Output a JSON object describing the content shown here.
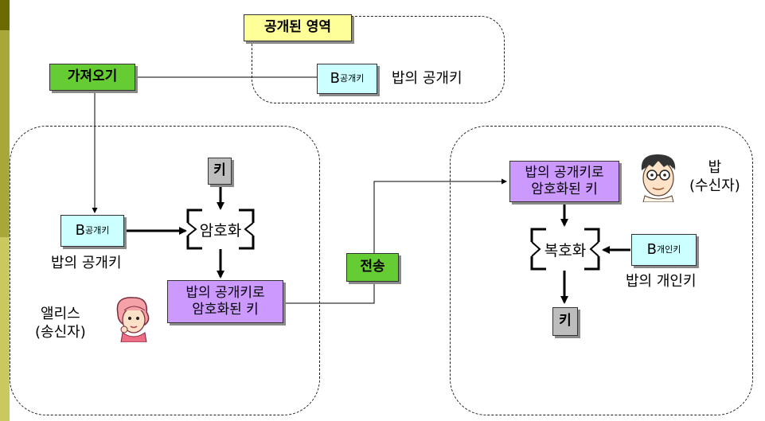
{
  "colors": {
    "stripe_dark": "#6b6b00",
    "stripe_mid": "#a8a83a",
    "stripe_light": "#d4d48a",
    "fetch_green": "#66cc33",
    "transmit_green": "#66cc33",
    "public_label_yellow": "#ffff99",
    "key_cyan": "#ccffff",
    "cipher_purple": "#cc99ff",
    "key_gray": "#bdbdbd"
  },
  "public_area": {
    "title": "공개된 영역",
    "bob_public_key": {
      "letter": "B",
      "sub": "공개키"
    },
    "caption": "밥의 공개키"
  },
  "fetch": {
    "label": "가져오기"
  },
  "sender_side": {
    "key_box": "키",
    "bob_public_key": {
      "letter": "B",
      "sub": "공개키"
    },
    "bob_public_key_caption": "밥의 공개키",
    "process": "암호화",
    "ciphertext_line1": "밥의 공개키로",
    "ciphertext_line2": "암호화된 키",
    "person_line1": "앨리스",
    "person_line2": "(송신자)",
    "person_icon": "woman-face-icon"
  },
  "transmit": {
    "label": "전송"
  },
  "receiver_side": {
    "ciphertext_line1": "밥의 공개키로",
    "ciphertext_line2": "암호화된 키",
    "process": "복호화",
    "bob_private_key": {
      "letter": "B",
      "sub": "개인키"
    },
    "bob_private_key_caption": "밥의 개인키",
    "key_box": "키",
    "person_line1": "밥",
    "person_line2": "(수신자)",
    "person_icon": "man-face-icon"
  }
}
